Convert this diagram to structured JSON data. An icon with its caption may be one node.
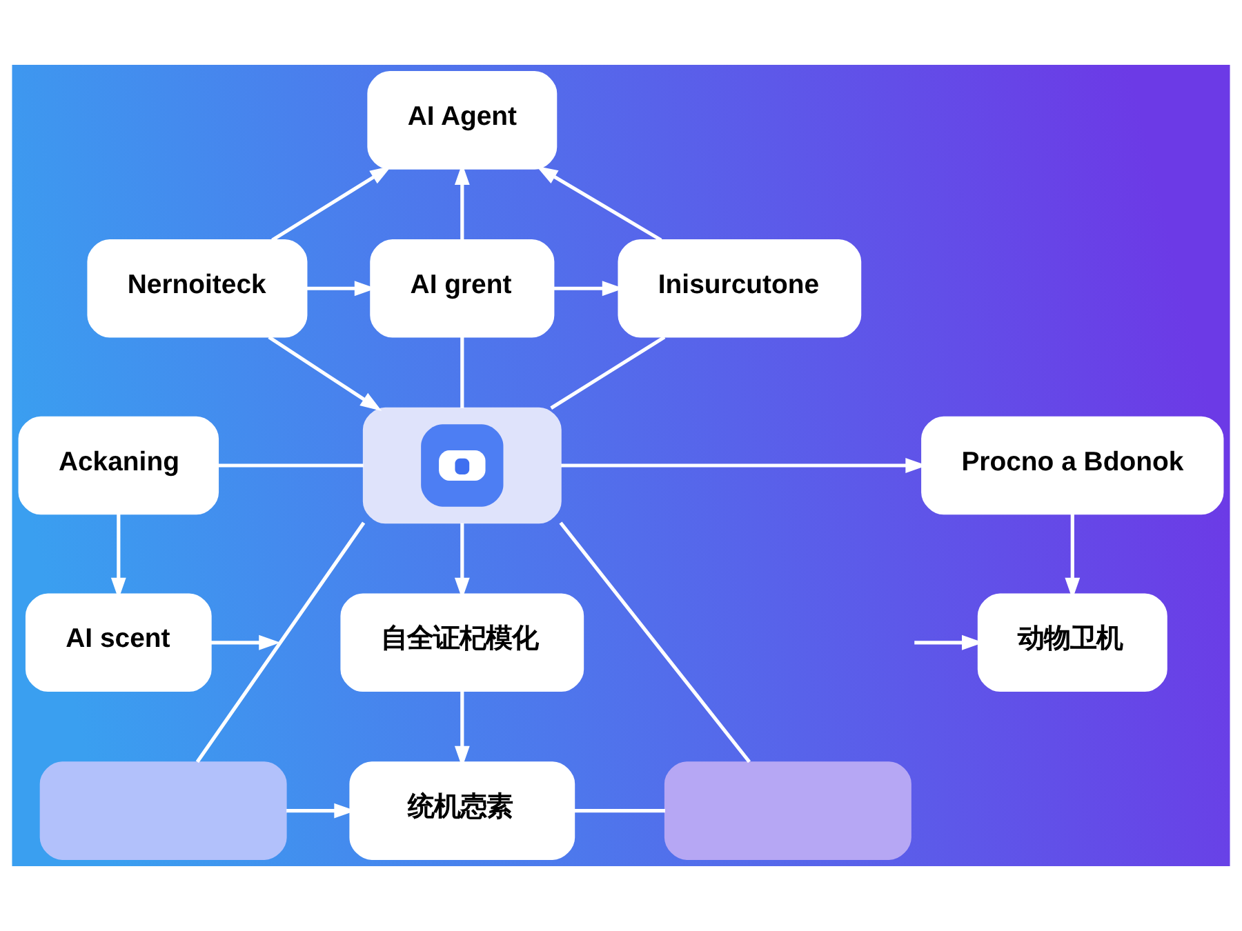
{
  "diagram": {
    "nodes": [
      {
        "text": [
          "AI Agent"
        ]
      },
      {
        "text": [
          "Nernoiteck"
        ]
      },
      {
        "text": [
          "AI grent"
        ]
      },
      {
        "text": [
          "Inisurcutone"
        ]
      },
      {
        "text": [
          "Ackaning"
        ]
      },
      {
        "text": [],
        "shape": "picture"
      },
      {
        "text": [
          "Procno a Bdonok"
        ]
      },
      {
        "text": [
          "AI scent"
        ]
      },
      {
        "text": [
          "自全证杞模化"
        ]
      },
      {
        "text": [
          "动物卫机"
        ]
      },
      {
        "text": [],
        "shape": "box"
      },
      {
        "text": [
          "统机悫素"
        ]
      },
      {
        "text": [],
        "shape": "box"
      }
    ],
    "edges": [
      {
        "from": 1,
        "to": 0,
        "arrow": "to"
      },
      {
        "from": 2,
        "to": 0,
        "arrow": "to"
      },
      {
        "from": 3,
        "to": 0,
        "arrow": "to"
      },
      {
        "from": 1,
        "to": 2,
        "arrow": "to"
      },
      {
        "from": 2,
        "to": 3,
        "arrow": "to"
      },
      {
        "from": 1,
        "to": 5,
        "arrow": "to"
      },
      {
        "from": 2,
        "to": 5,
        "arrow": "none"
      },
      {
        "from": 3,
        "to": 5,
        "arrow": "none"
      },
      {
        "from": 4,
        "to": 5,
        "arrow": "none"
      },
      {
        "from": 5,
        "to": 6,
        "arrow": "to"
      },
      {
        "from": 4,
        "to": 7,
        "arrow": "to"
      },
      {
        "from": 5,
        "to": 8,
        "arrow": "to"
      },
      {
        "from": 6,
        "to": 9,
        "arrow": "to"
      },
      {
        "from": 7,
        "to": null,
        "arrow": "to"
      },
      {
        "from": null,
        "to": 9,
        "arrow": "to"
      },
      {
        "from": 5,
        "to": 10,
        "arrow": "none"
      },
      {
        "from": 5,
        "to": 12,
        "arrow": "none"
      },
      {
        "from": 8,
        "to": 11,
        "arrow": "to"
      },
      {
        "from": 10,
        "to": 11,
        "arrow": "to"
      },
      {
        "from": 11,
        "to": 12,
        "arrow": "none"
      }
    ]
  }
}
